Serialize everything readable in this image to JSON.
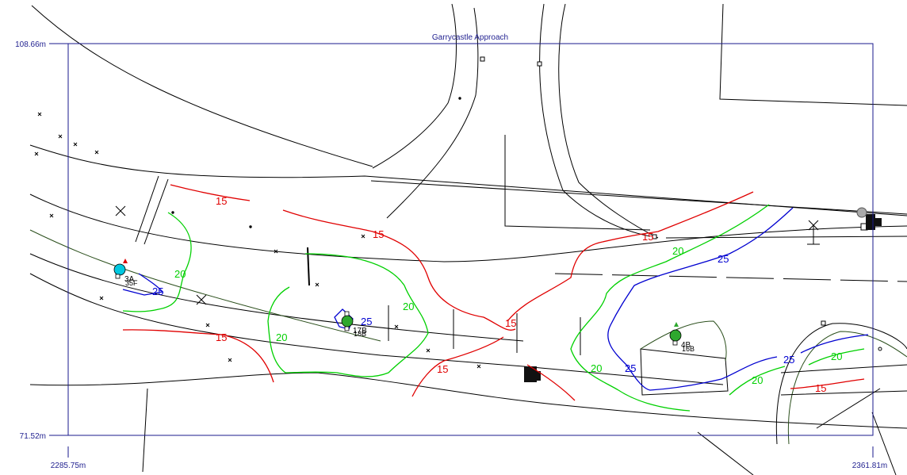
{
  "map": {
    "title": "Garrycastle Approach",
    "y_top_label": "108.66m",
    "y_bottom_label": "71.52m",
    "x_left_label": "2285.75m",
    "x_right_label": "2361.81m",
    "frame_color": "#1a1a8c",
    "contours": [
      {
        "level": 15,
        "color": "#e00000",
        "labels": [
          "15",
          "15",
          "15",
          "15",
          "15",
          "15",
          "15"
        ]
      },
      {
        "level": 20,
        "color": "#00d000",
        "labels": [
          "20",
          "20",
          "20",
          "20",
          "20",
          "20",
          "20"
        ]
      },
      {
        "level": 25,
        "color": "#0000d0",
        "labels": [
          "25",
          "25",
          "25",
          "25",
          "25"
        ]
      }
    ],
    "features": [
      {
        "id": "3A",
        "label": "3A",
        "sub": "35F",
        "fill": "#00c8e0"
      },
      {
        "id": "17B",
        "label": "17B",
        "sub": "18B",
        "fill": "#2ea82e"
      },
      {
        "id": "4B",
        "label": "4B",
        "sub": "16B",
        "fill": "#2ea82e"
      }
    ]
  }
}
